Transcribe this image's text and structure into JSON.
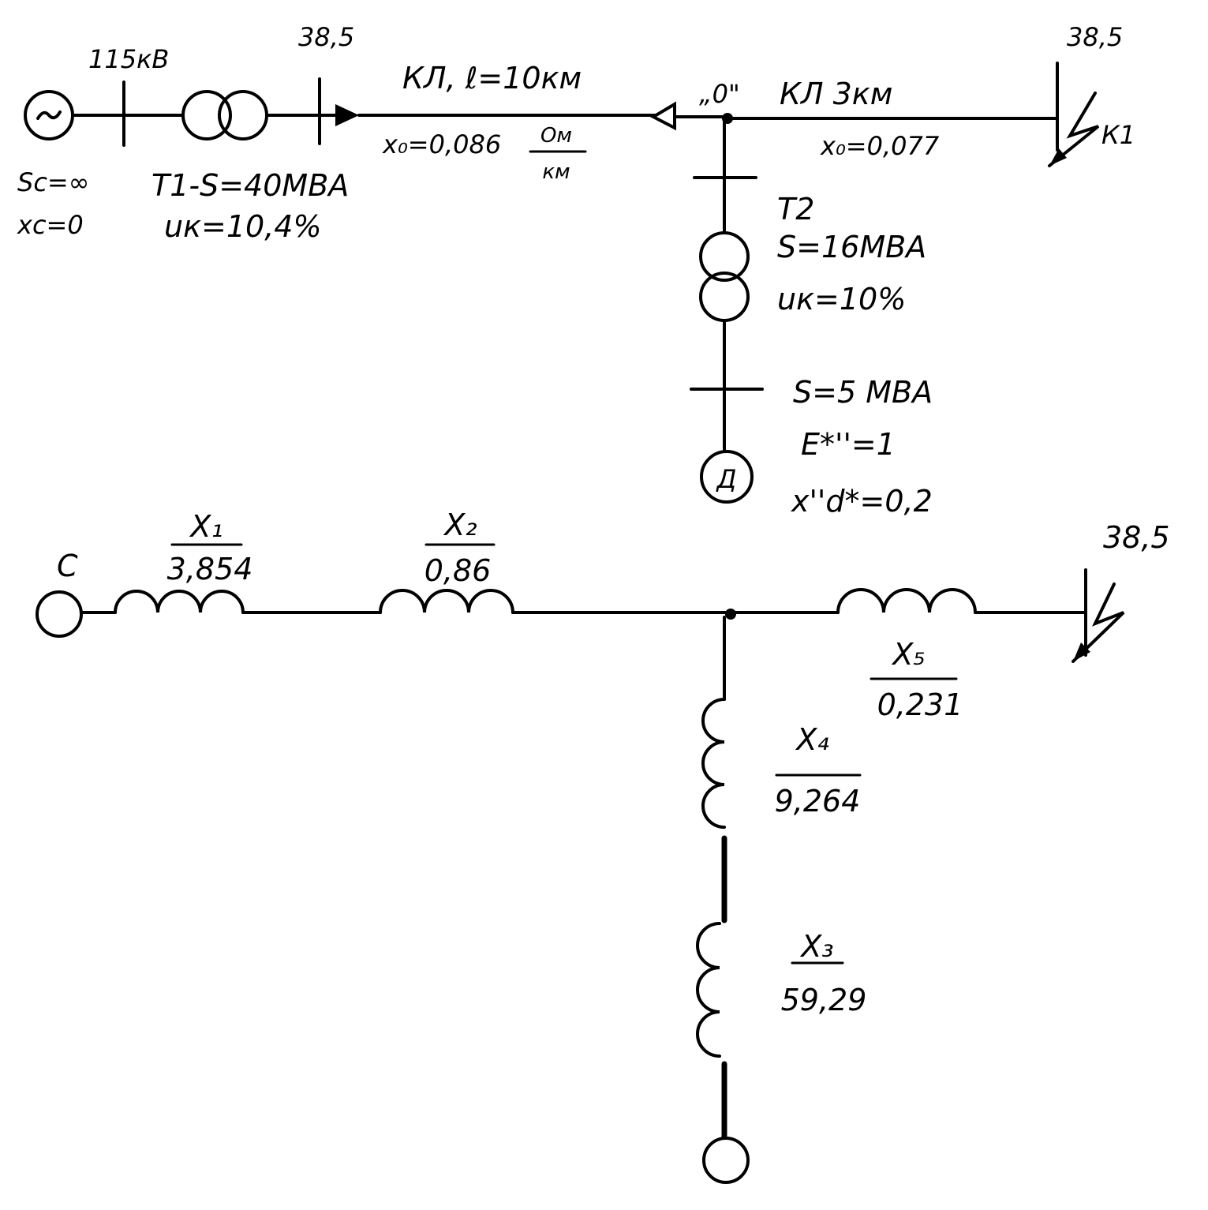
{
  "top_scheme": {
    "v_hv": "115кВ",
    "v_bus_left": "38,5",
    "v_bus_right": "38,5",
    "source_s": "Sс=∞",
    "source_x": "xс=0",
    "t1_s": "Т1-S=40МВА",
    "t1_uk": "uк=10,4%",
    "line1_name": "КЛ, ℓ=10км",
    "line1_x0_prefix": "x₀=0,086",
    "line1_unit_num": "Ом",
    "line1_unit_den": "км",
    "node_label": "„0\"",
    "line2_name": "КЛ 3км",
    "line2_x0": "x₀=0,077",
    "fault_label": "К1",
    "t2_name": "Т2",
    "t2_s": "S=16МВА",
    "t2_uk": "uк=10%",
    "motor_s": "S=5 МВА",
    "motor_e": "E*''=1",
    "motor_xd": "x''d*=0,2",
    "motor_symbol": "Д"
  },
  "equiv_scheme": {
    "source_label": "С",
    "bus_voltage": "38,5",
    "x1_name": "X₁",
    "x1_value": "3,854",
    "x2_name": "X₂",
    "x2_value": "0,86",
    "x5_name": "X₅",
    "x5_value": "0,231",
    "x4_name": "X₄",
    "x4_value": "9,264",
    "x3_name": "X₃",
    "x3_value": "59,29"
  }
}
